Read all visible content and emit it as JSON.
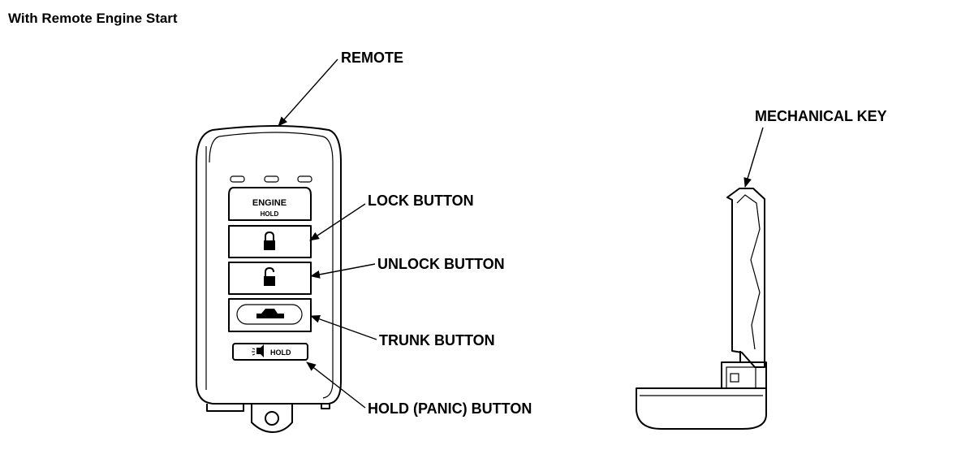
{
  "heading": "With Remote Engine Start",
  "labels": {
    "remote": "REMOTE",
    "lock_button": "LOCK BUTTON",
    "unlock_button": "UNLOCK BUTTON",
    "trunk_button": "TRUNK BUTTON",
    "hold_panic_button": "HOLD (PANIC) BUTTON",
    "mechanical_key": "MECHANICAL KEY"
  },
  "fob_buttons": {
    "engine_line1": "ENGINE",
    "engine_line2": "HOLD",
    "panic_hold": "HOLD"
  },
  "icons": {
    "lock": "lock-closed-icon",
    "unlock": "lock-open-icon",
    "trunk": "car-trunk-icon",
    "panic": "horn-icon"
  },
  "colors": {
    "line": "#000000",
    "background": "#ffffff"
  }
}
